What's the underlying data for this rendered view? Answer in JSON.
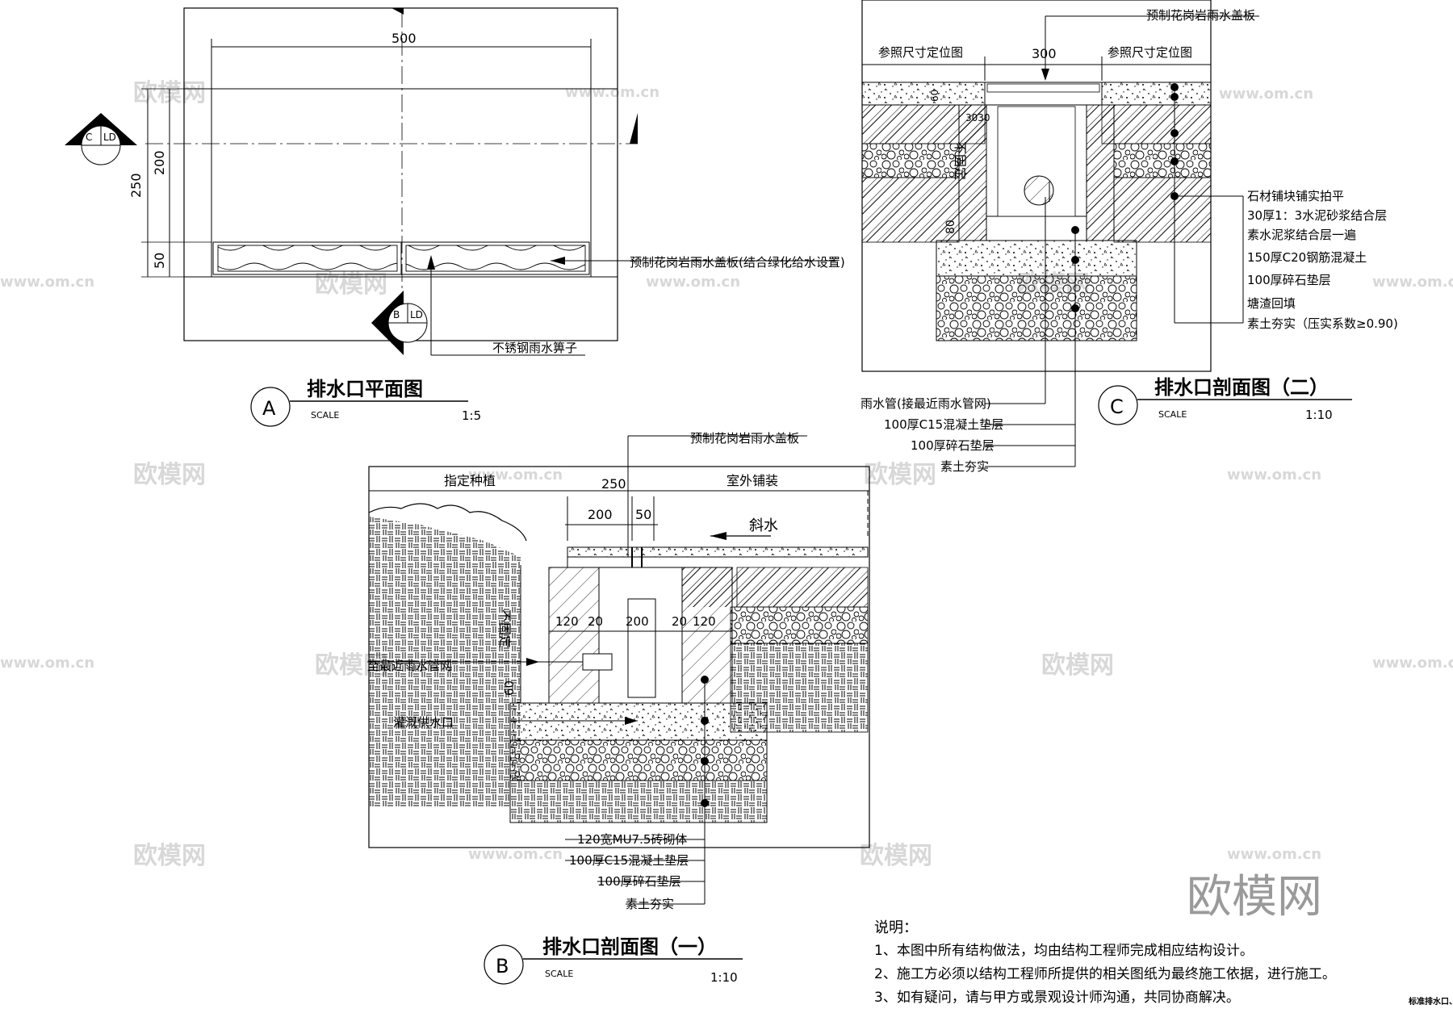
{
  "watermarks": {
    "brand": "欧模网",
    "url": "www.om.cn",
    "corner": "欧模网"
  },
  "plan_a": {
    "dim_total_width": "500",
    "dim_height_250": "250",
    "dim_height_200": "200",
    "dim_height_50": "50",
    "callout_cover": "预制花岗岩雨水盖板(结合绿化给水设置)",
    "callout_grate": "不锈钢雨水箅子",
    "section_c_letter": "C",
    "section_c_ref": "LD",
    "section_b_letter": "B",
    "section_b_ref": "LD",
    "title_letter": "A",
    "title": "排水口平面图",
    "scale_label": "SCALE",
    "scale": "1:5"
  },
  "section_c": {
    "top_callout": "预制花岗岩雨水盖板",
    "left_ref": "参照尺寸定位图",
    "right_ref": "参照尺寸定位图",
    "dim_300": "300",
    "dim_60": "60",
    "dim_3030": "3030",
    "dim_80": "80",
    "label_unfixed": "不固定",
    "layers": [
      "石材铺块铺实拍平",
      "30厚1：3水泥砂浆结合层",
      "素水泥浆结合层一遍",
      "150厚C20钢筋混凝土",
      "100厚碎石垫层",
      "塘渣回填",
      "素土夯实（压实系数≥0.90)"
    ],
    "bottom_callouts": [
      "雨水管(接最近雨水管网)",
      "100厚C15混凝土垫层",
      "100厚碎石垫层",
      "素土夯实"
    ],
    "title_letter": "C",
    "title": "排水口剖面图（二）",
    "scale_label": "SCALE",
    "scale": "1:10"
  },
  "section_b": {
    "top_callout": "预制花岗岩雨水盖板",
    "planting": "指定种植",
    "paving": "室外铺装",
    "dim_250": "250",
    "dim_200": "200",
    "dim_50": "50",
    "slope": "斜水",
    "dim_120a": "120",
    "dim_20a": "20",
    "dim_200b": "200",
    "dim_20b": "20",
    "dim_120b": "120",
    "dim_60": "60",
    "label_unfixed": "不固定",
    "pipe_label": "至最近雨水管网",
    "irrigation_label": "灌溉供水口",
    "bottom_callouts": [
      "120宽MU7.5砖砌体",
      "100厚C15混凝土垫层",
      "100厚碎石垫层",
      "素土夯实"
    ],
    "title_letter": "B",
    "title": "排水口剖面图（一）",
    "scale_label": "SCALE",
    "scale": "1:10"
  },
  "notes": {
    "heading": "说明：",
    "items": [
      "1、本图中所有结构做法，均由结构工程师完成相应结构设计。",
      "2、施工方必须以结构工程师所提供的相关图纸为最终施工依据，进行施工。",
      "3、如有疑问，请与甲方或景观设计师沟通，共同协商解决。"
    ]
  },
  "corner_tag": "标准排水口、"
}
